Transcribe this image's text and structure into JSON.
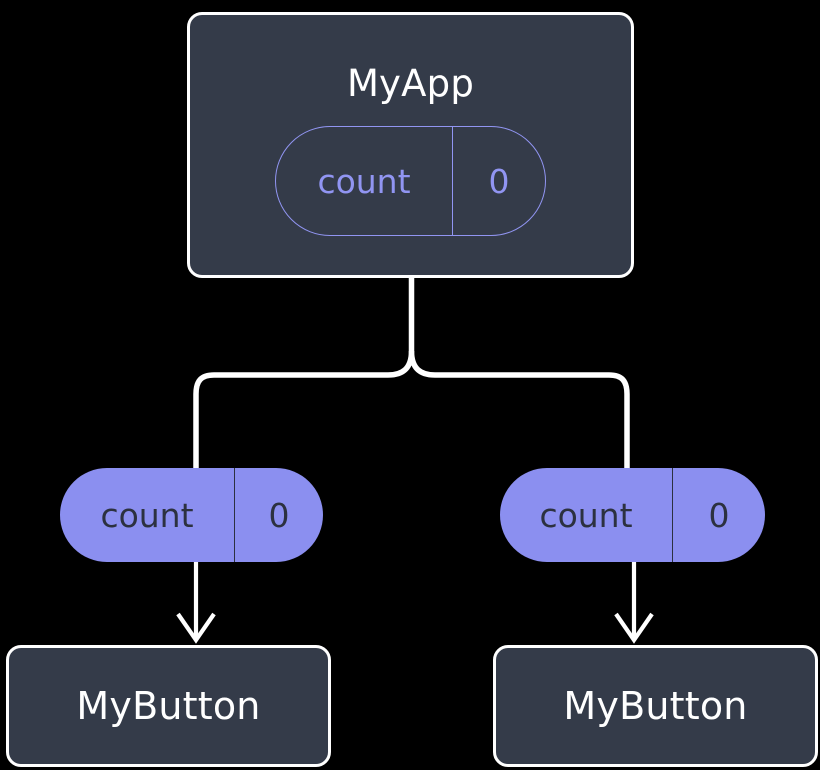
{
  "diagram": {
    "title_hidden": "",
    "background_color": "#000000",
    "edge_color": "#ffffff",
    "card_fill": "#343b49",
    "card_border": "#ffffff",
    "pill_fill": "#8b8ff0",
    "pill_outline_color": "#9195f2",
    "pill_text_dark": "#2c3140"
  },
  "root": {
    "name": "MyApp",
    "state": {
      "key": "count",
      "value": "0"
    }
  },
  "children": [
    {
      "state": {
        "key": "count",
        "value": "0"
      },
      "name": "MyButton"
    },
    {
      "state": {
        "key": "count",
        "value": "0"
      },
      "name": "MyButton"
    }
  ]
}
